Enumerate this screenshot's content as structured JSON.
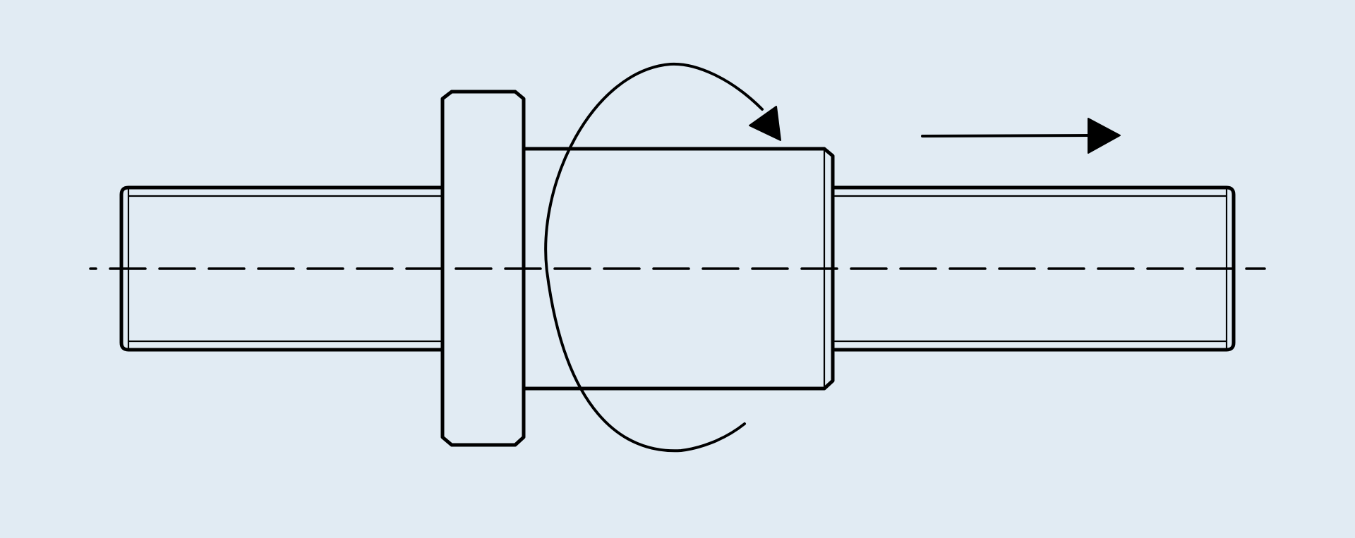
{
  "diagram": {
    "background": "#e1ebf3",
    "stroke_color": "#000000",
    "components": [
      "threaded-rod-left",
      "flange-collar",
      "rotating-nut",
      "threaded-rod-right",
      "center-axis",
      "rotation-arrow",
      "translation-arrow"
    ]
  }
}
